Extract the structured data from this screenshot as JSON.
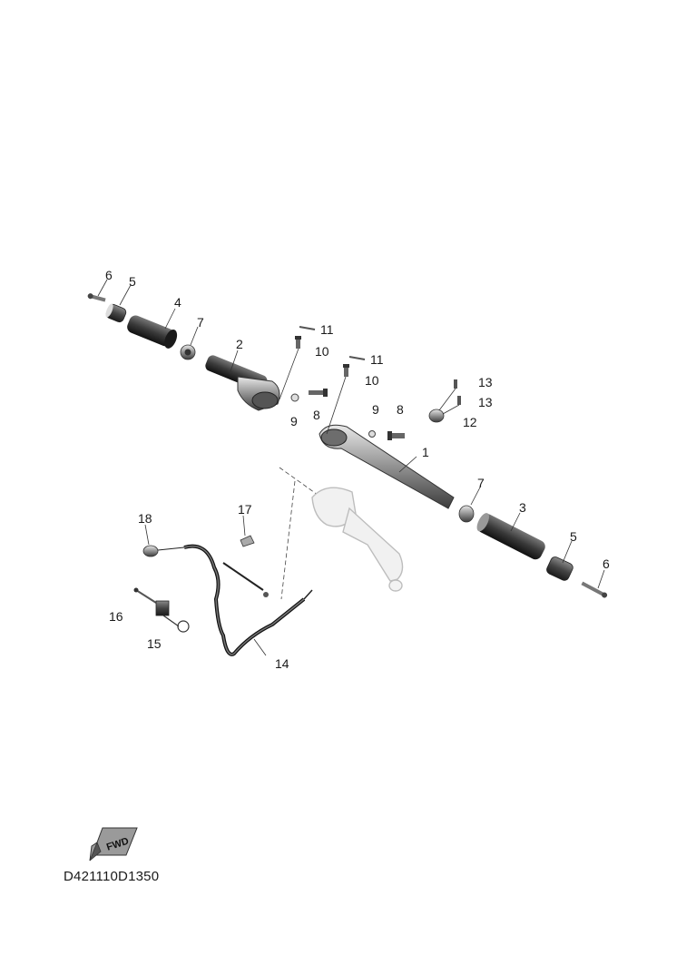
{
  "diagram": {
    "code": "D421110D1350",
    "fwd_label": "FWD",
    "callouts": {
      "c1": "1",
      "c2": "2",
      "c3": "3",
      "c4": "4",
      "c5a": "5",
      "c5b": "5",
      "c6a": "6",
      "c6b": "6",
      "c7a": "7",
      "c7b": "7",
      "c8a": "8",
      "c8b": "8",
      "c9a": "9",
      "c9b": "9",
      "c10a": "10",
      "c10b": "10",
      "c11a": "11",
      "c11b": "11",
      "c12": "12",
      "c13a": "13",
      "c13b": "13",
      "c14": "14",
      "c15": "15",
      "c16": "16",
      "c17": "17",
      "c18": "18"
    }
  }
}
